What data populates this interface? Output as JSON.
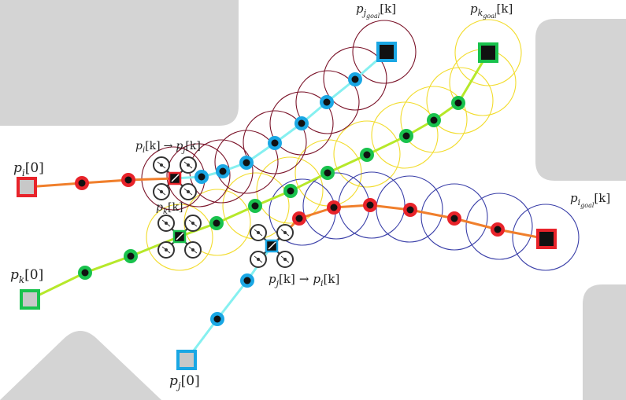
{
  "colors": {
    "obstacle": "#d4d4d4",
    "robot_i": "#e8232a",
    "robot_j": "#1aa7e4",
    "robot_k": "#19c24d",
    "path_i": "#f07f2c",
    "path_j": "#86f0f0",
    "path_k": "#b6e82a",
    "circle_i": "#3a3fa8",
    "circle_j": "#7a1228",
    "circle_k": "#f2dc2c",
    "start_fill": "#c8c8c8",
    "goal_fill": "#111111"
  },
  "labels": {
    "pi0": {
      "base": "p",
      "sub": "i",
      "arg": "[0]"
    },
    "pj0": {
      "base": "p",
      "sub": "j",
      "arg": "[0]"
    },
    "pk0": {
      "base": "p",
      "sub": "k",
      "arg": "[0]"
    },
    "pigoal": {
      "base": "p",
      "sub": "i",
      "subsub": "goal",
      "arg": "[k]"
    },
    "pjgoal": {
      "base": "p",
      "sub": "j",
      "subsub": "goal",
      "arg": "[k]"
    },
    "pkgoal": {
      "base": "p",
      "sub": "k",
      "subsub": "goal",
      "arg": "[k]"
    },
    "pik_to_pj": {
      "text1": "p",
      "sub1": "i",
      "arg1": "[k]",
      "arrow": "→",
      "text2": "p",
      "sub2": "j",
      "arg2": "[k]"
    },
    "pkk": {
      "base": "p",
      "sub": "k",
      "arg": "[k]"
    },
    "pjk_to_pi": {
      "text1": "p",
      "sub1": "j",
      "arg1": "[k]",
      "arrow": "→",
      "text2": "p",
      "sub2": "i",
      "arg2": "[k]"
    }
  },
  "robots": [
    {
      "id": "i",
      "icon": "quadrotor-icon"
    },
    {
      "id": "j",
      "icon": "quadrotor-icon"
    },
    {
      "id": "k",
      "icon": "quadrotor-icon"
    }
  ]
}
